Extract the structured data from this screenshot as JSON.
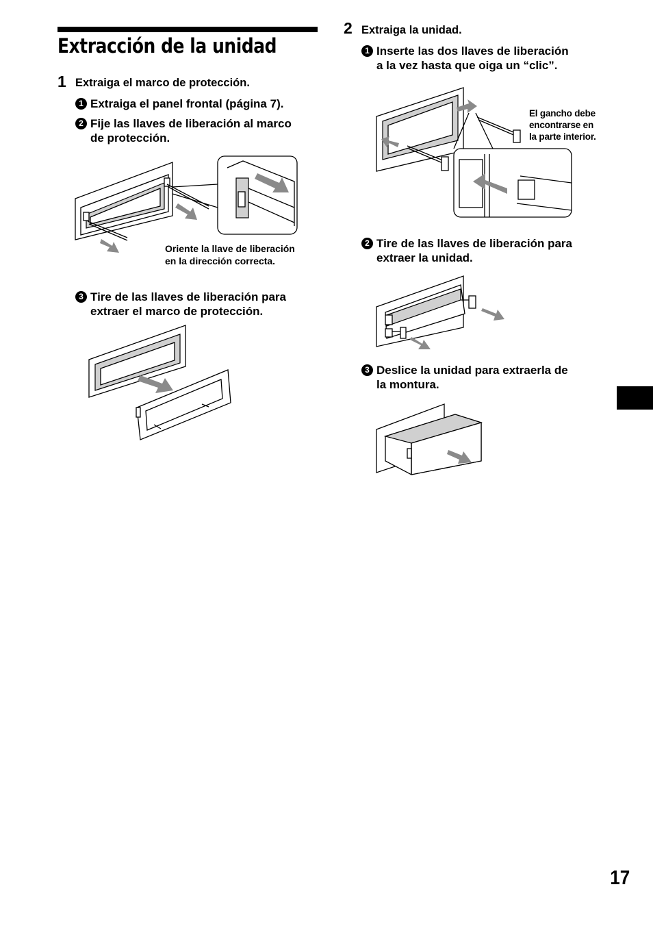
{
  "section": {
    "title": "Extracción de la unidad"
  },
  "step1": {
    "number": "1",
    "heading": "Extraiga el marco de protección.",
    "sub1": {
      "marker": "1",
      "text": "Extraiga el panel frontal (página 7)."
    },
    "sub2": {
      "marker": "2",
      "text": "Fije las llaves de liberación al marco\nde protección."
    },
    "caption": "Oriente la llave de liberación\nen la dirección correcta.",
    "sub3": {
      "marker": "3",
      "text": "Tire de las llaves de liberación para\nextraer el marco de protección."
    }
  },
  "step2": {
    "number": "2",
    "heading": "Extraiga la unidad.",
    "sub1": {
      "marker": "1",
      "text": "Inserte las dos llaves de liberación\na la vez hasta que oiga un “clic”."
    },
    "caption": "El gancho debe\nencontrarse en\nla parte interior.",
    "sub2": {
      "marker": "2",
      "text": "Tire de las llaves de liberación para\nextraer la unidad."
    },
    "sub3": {
      "marker": "3",
      "text": "Deslice la unidad para extraerla de\nla montura."
    }
  },
  "page": {
    "number": "17"
  },
  "colors": {
    "ink": "#000000",
    "arrow": "#8a8a8a",
    "paper": "#ffffff"
  }
}
